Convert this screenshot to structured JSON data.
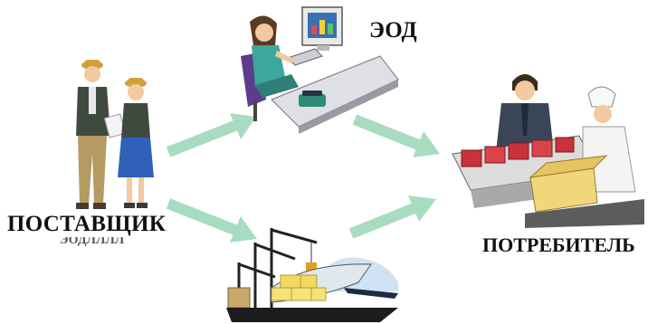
{
  "labels": {
    "supplier": "ПОСТАВЩИК",
    "edi": "ЭОД",
    "consumer": "ПОТРЕБИТЕЛЬ"
  },
  "colors": {
    "arrow": "#a8dcc0",
    "suit_dark": "#3f4a3f",
    "skin": "#f2c9a1",
    "hat": "#d2a03a",
    "jeans": "#3060b8",
    "ship_yellow": "#f6e27a"
  },
  "icons": [
    "supplier-people-illustration",
    "computer-operator-illustration",
    "cargo-ship-illustration",
    "food-vendors-illustration"
  ]
}
